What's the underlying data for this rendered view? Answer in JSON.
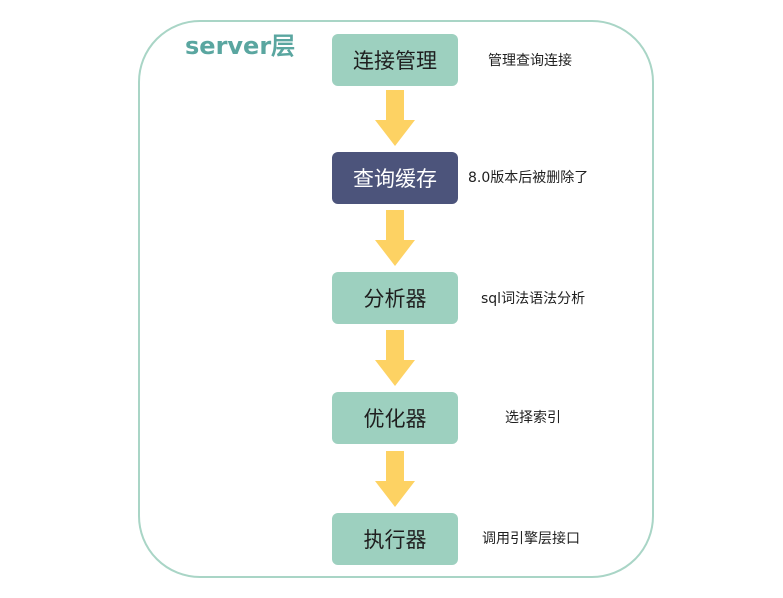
{
  "layer": {
    "title": "server层"
  },
  "stages": [
    {
      "label": "连接管理",
      "note": "管理查询连接",
      "highlighted": false
    },
    {
      "label": "查询缓存",
      "note": "8.0版本后被删除了",
      "highlighted": true
    },
    {
      "label": "分析器",
      "note": "sql词法语法分析",
      "highlighted": false
    },
    {
      "label": "优化器",
      "note": "选择索引",
      "highlighted": false
    },
    {
      "label": "执行器",
      "note": "调用引擎层接口",
      "highlighted": false
    }
  ],
  "colors": {
    "stage_fill": "#9dd0bf",
    "highlight_fill": "#4c547b",
    "arrow_fill": "#fdd263",
    "container_border": "#a9d5c6",
    "title_color": "#5aa6a0"
  }
}
